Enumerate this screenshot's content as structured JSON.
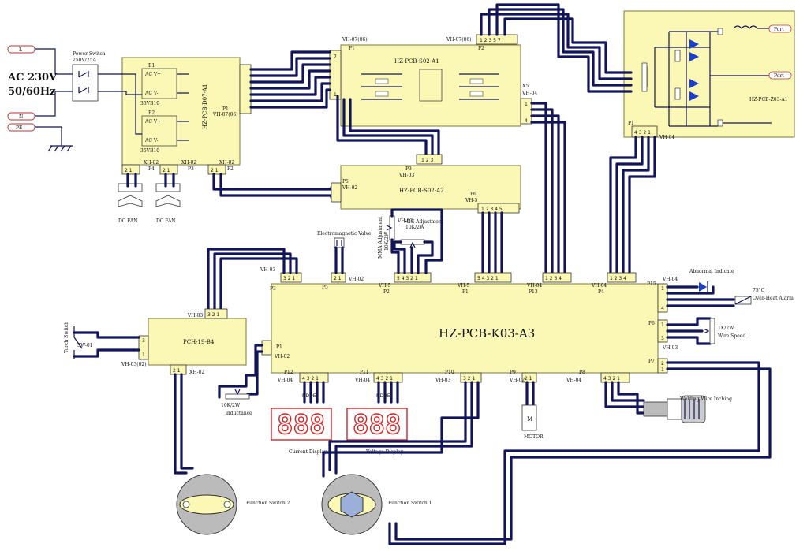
{
  "mains": {
    "voltage": "AC 230V",
    "frequency": "50/60Hz",
    "L": "L",
    "N": "N",
    "PE": "PE"
  },
  "power_switch": {
    "title": "Power Switch",
    "rating": "250V/25A"
  },
  "boards": {
    "d07": {
      "name": "HZ-PCB-D07-A1",
      "b1": "B1",
      "b2": "B2",
      "bridge1": "35VB10",
      "bridge2": "35VB10",
      "p1": "P1",
      "p1_type": "VH-07(06)",
      "p2": "P2",
      "p2_type": "XH-02",
      "p3": "P3",
      "p3_type": "XH-02",
      "p4": "P4",
      "p4_type": "XH-02"
    },
    "s02a1": {
      "name": "HZ-PCB-S02-A1",
      "p1": "P1",
      "p1_type": "VH-07(06)",
      "p2": "P2",
      "p2_type": "VH-07(06)",
      "x5": "X5",
      "x5_type": "VH-04"
    },
    "s02a2": {
      "name": "HZ-PCB-S02-A2",
      "p3": "P3",
      "p3_type": "VH-03",
      "p5": "P5",
      "p5_type": "VH-02",
      "p6": "P6",
      "p6_type": "VH-5"
    },
    "z03": {
      "name": "HZ-PCB-Z03-A1",
      "port1": "Port",
      "port2": "Port",
      "p1": "P1",
      "p1_type": "VH-04"
    },
    "k03": {
      "name": "HZ-PCB-K03-A3"
    },
    "pch": {
      "name": "PCH-19-B4",
      "top_type": "VH-03",
      "left_type": "VH-03(02)",
      "bottom_type": "XH-02"
    }
  },
  "k03_ports": {
    "p3": "P3",
    "p3_type": "VH-03",
    "p5": "P5",
    "p5_type": "VH-02",
    "p2": "P2",
    "p2_type": "VH-5",
    "p1": "P1",
    "p1_type": "VH-5",
    "p13": "P13",
    "p13_type": "VH-04",
    "p4": "P4",
    "p4_type": "VH-04",
    "p15": "P15",
    "p15_type": "VH-04",
    "p6": "P6",
    "p6_type": "VH-03",
    "p7": "P7",
    "pl": "P1",
    "pl_type": "VH-02",
    "p12": "P12",
    "p12_type": "VH-04",
    "p11": "P11",
    "p11_type": "VH-04",
    "p10": "P10",
    "p10_type": "VH-03",
    "p9": "P9",
    "p9_type": "VH-02",
    "p8": "P8",
    "p8_type": "VH-04"
  },
  "labels": {
    "dc_fan_1": "DC FAN",
    "dc_fan_2": "DC FAN",
    "electromagnetic_valve": "Electromagnetic Valve",
    "mma_adjustment": "MMA Adjustment",
    "mig_adjustment": "MIG Adjustment",
    "pot_10k": "10K/2W",
    "vh03_small": "VH-03",
    "abnormal_indicate": "Abnormal Indicate",
    "temp": "75°C",
    "over_heat_alarm": "Over-Heat Alarm",
    "wire_speed_pot": "1K/2W",
    "wire_speed": "Wire Speed",
    "welding_wire_inching": "Welding Wire Inching",
    "motor": "MOTOR",
    "motor_m": "M",
    "inductance_pot": "10K/2W",
    "inductance": "inductance",
    "current_display": "Current Display",
    "voltage_display": "Voltage Display",
    "display_digits_1": "888",
    "display_digits_2": "888",
    "function_switch_1": "Function Switch 1",
    "function_switch_2": "Function Switch 2",
    "torch_switch": "Torch Switch",
    "sw01": "SW-01"
  },
  "colors": {
    "board": "#fbf8b6",
    "wire": "#12145a",
    "display": "#d42424",
    "diode": "#1b3fc8"
  }
}
